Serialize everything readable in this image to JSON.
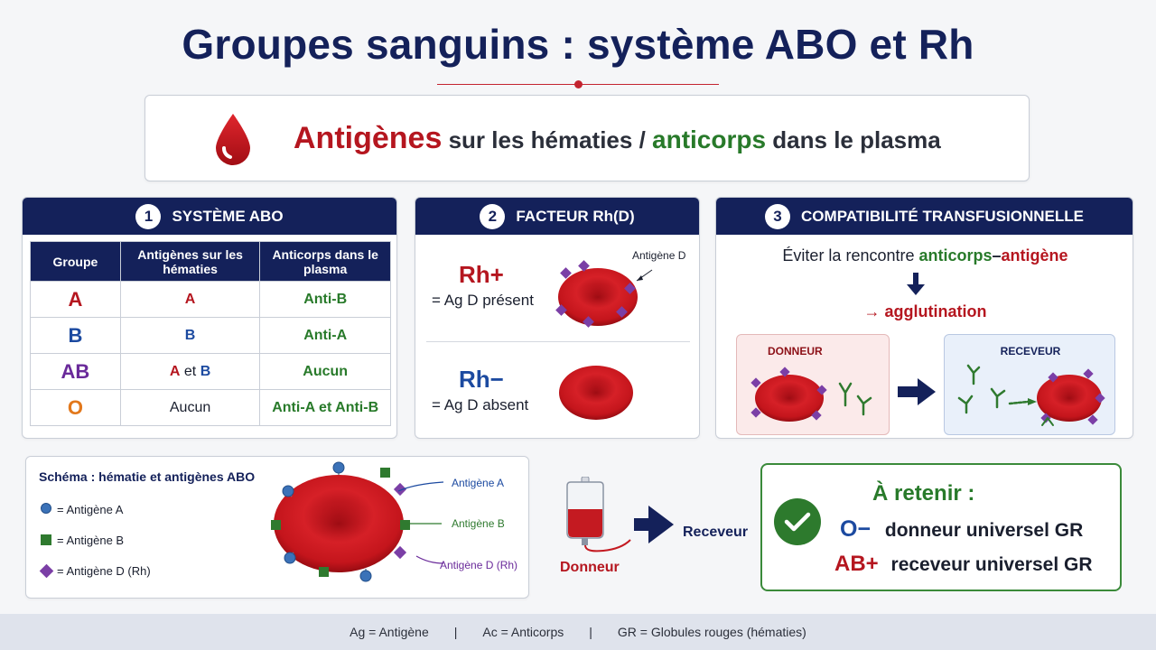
{
  "title": "Groupes sanguins : système ABO et Rh",
  "banner": {
    "word1": "Antigènes",
    "mid": " sur les hématies / ",
    "word2": "anticorps",
    "end": " dans le plasma"
  },
  "abo": {
    "number": "1",
    "heading": "SYSTÈME ABO",
    "columns": [
      "Groupe",
      "Antigènes sur les hématies",
      "Anticorps dans le plasma"
    ],
    "rows": [
      {
        "group": "A",
        "antigens": "A",
        "antibodies": "Anti-B"
      },
      {
        "group": "B",
        "antigens": "B",
        "antibodies": "Anti-A"
      },
      {
        "group": "AB",
        "antigens_a": "A",
        "antigens_and": " et ",
        "antigens_b": "B",
        "antibodies": "Aucun"
      },
      {
        "group": "O",
        "antigens": "Aucun",
        "antibodies": "Anti-A et Anti-B"
      }
    ]
  },
  "rh": {
    "number": "2",
    "heading": "FACTEUR Rh(D)",
    "pos_label": "Rh+",
    "pos_desc": "= Ag D présent",
    "neg_label": "Rh−",
    "neg_desc": "= Ag D absent",
    "antigen_label": "Antigène D"
  },
  "compat": {
    "number": "3",
    "heading": "COMPATIBILITÉ TRANSFUSIONNELLE",
    "line_start": "Éviter la rencontre ",
    "word1": "anticorps",
    "dash": "–",
    "word2": "antigène",
    "result": "→ agglutination",
    "donor": "DONNEUR",
    "recipient": "RECEVEUR"
  },
  "schema": {
    "title": "Schéma : hématie et antigènes ABO",
    "legend_a": "= Antigène A",
    "legend_b": "= Antigène B",
    "legend_d": "= Antigène D (Rh)",
    "label_a": "Antigène A",
    "label_b": "Antigène B",
    "label_d": "Antigène D (Rh)"
  },
  "transfusion": {
    "donor": "Donneur",
    "recipient": "Receveur"
  },
  "remember": {
    "title": "À retenir :",
    "g1": "O−",
    "t1": "donneur universel GR",
    "g2": "AB+",
    "t2": "receveur universel GR"
  },
  "footer": {
    "f1": "Ag = Antigène",
    "sep1": "|",
    "f2": "Ac = Anticorps",
    "sep2": "|",
    "f3": "GR = Globules rouges (hématies)"
  },
  "colors": {
    "navy": "#14215a",
    "red": "#b5161f",
    "green": "#287a2a",
    "blue": "#1c4aa0",
    "purple": "#6a2a9a",
    "orange": "#e2781c"
  },
  "icons": [
    "blood-drop-icon",
    "check-icon",
    "arrow-right-icon",
    "arrow-down-icon",
    "blood-bag-icon"
  ]
}
